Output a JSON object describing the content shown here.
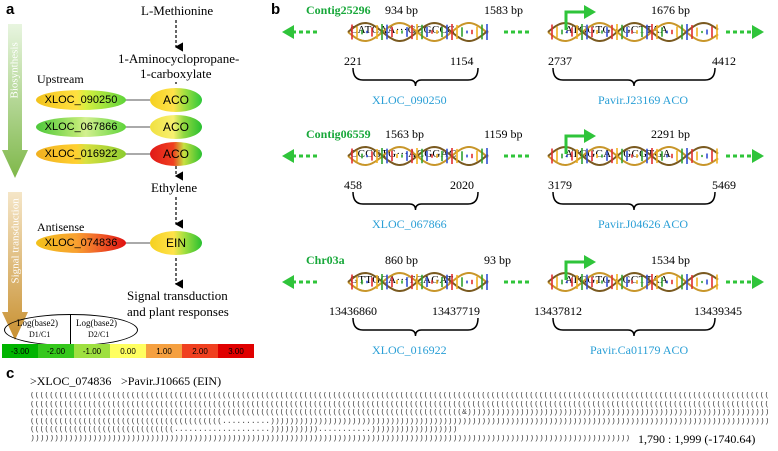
{
  "panel_a": {
    "label": "a",
    "pathway": {
      "methionine": "L-Methionine",
      "acc_line1": "1-Aminocyclopropane-",
      "acc_line2": "1-carboxylate",
      "ethylene": "Ethylene",
      "signal_line1": "Signal transduction",
      "signal_line2": "and plant responses"
    },
    "side_arrows": {
      "biosynthesis": "Biosynthesis",
      "signal": "Signal transduction"
    },
    "upstream_label": "Upstream",
    "antisense_label": "Antisense",
    "upstream_rows": [
      {
        "lnc": "XLOC_090250",
        "gene": "ACO"
      },
      {
        "lnc": "XLOC_067866",
        "gene": "ACO"
      },
      {
        "lnc": "XLOC_016922",
        "gene": "ACO"
      }
    ],
    "antisense_row": {
      "lnc": "XLOC_074836",
      "gene": "EIN"
    },
    "legend": {
      "left": "Log(base2)",
      "left2": "D1/C1",
      "right": "Log(base2)",
      "right2": "D2/C1",
      "scale": [
        "-3.00",
        "-2.00",
        "-1.00",
        "0.00",
        "1.00",
        "2.00",
        "3.00"
      ],
      "colors": [
        "#00b400",
        "#35c81c",
        "#9ee040",
        "#ffff60",
        "#f5a040",
        "#f04020",
        "#e00000"
      ]
    }
  },
  "panel_b": {
    "label": "b",
    "loci": [
      {
        "contig": "Contig25296",
        "lnc_bp": "934 bp",
        "gap_bp": "1583 bp",
        "gene_bp": "1676 bp",
        "lnc_seq": "CATCAA···GCGCCG",
        "gene_seq": "ATGGTG···GCTTAA",
        "lnc_start": "221",
        "lnc_end": "1154",
        "gene_start": "2737",
        "gene_end": "4412",
        "lnc_name": "XLOC_090250",
        "gene_name": "Pavir.J23169  ACO"
      },
      {
        "contig": "Contig06559",
        "lnc_bp": "1563 bp",
        "gap_bp": "1159 bp",
        "gene_bp": "2291 bp",
        "lnc_seq": "CCCGTG···ACGGAC",
        "gene_seq": "ATGGCA···GCGTGA",
        "lnc_start": "458",
        "lnc_end": "2020",
        "gene_start": "3179",
        "gene_end": "5469",
        "lnc_name": "XLOC_067866",
        "gene_name": "Pavir.J04626  ACO"
      },
      {
        "contig": "Chr03a",
        "lnc_bp": "860 bp",
        "gap_bp": "93 bp",
        "gene_bp": "1534 bp",
        "lnc_seq": "GTTGCA···TCAGAT",
        "gene_seq": "ATGGTG···GCTTAA",
        "lnc_start": "13436860",
        "lnc_end": "13437719",
        "gene_start": "13437812",
        "gene_end": "13439345",
        "lnc_name": "XLOC_016922",
        "gene_name": "Pavir.Ca01179  ACO"
      }
    ]
  },
  "panel_c": {
    "label": "c",
    "header_a": ">XLOC_074836",
    "header_b": ">Pavir.J10665 (EIN)",
    "score": "1,790 :   1,999 (-1740.64)"
  }
}
